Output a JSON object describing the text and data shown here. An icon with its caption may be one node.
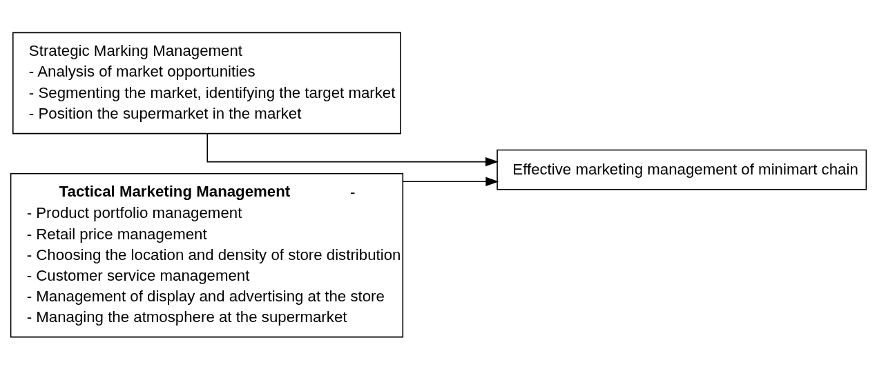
{
  "diagram": {
    "nodes": [
      {
        "text": [
          "Strategic Marking Management",
          "- Analysis of market opportunities",
          "- Segmenting the market, identifying the target market",
          "- Position the supermarket in the market"
        ]
      },
      {
        "text": [
          "Effective marketing management of minimart chain"
        ]
      },
      {
        "text": [
          "**Tactical Marketing Management**-",
          "- Product portfolio management",
          "- Retail price management",
          "- Choosing the location and density of store distribution",
          "- Customer service management",
          "- Management of display and advertising at the store",
          "- Managing the atmosphere at the supermarket"
        ]
      }
    ],
    "edges": [
      {
        "from": 0,
        "to": 1,
        "arrow": "to"
      },
      {
        "from": 2,
        "to": 1,
        "arrow": "to"
      }
    ]
  }
}
